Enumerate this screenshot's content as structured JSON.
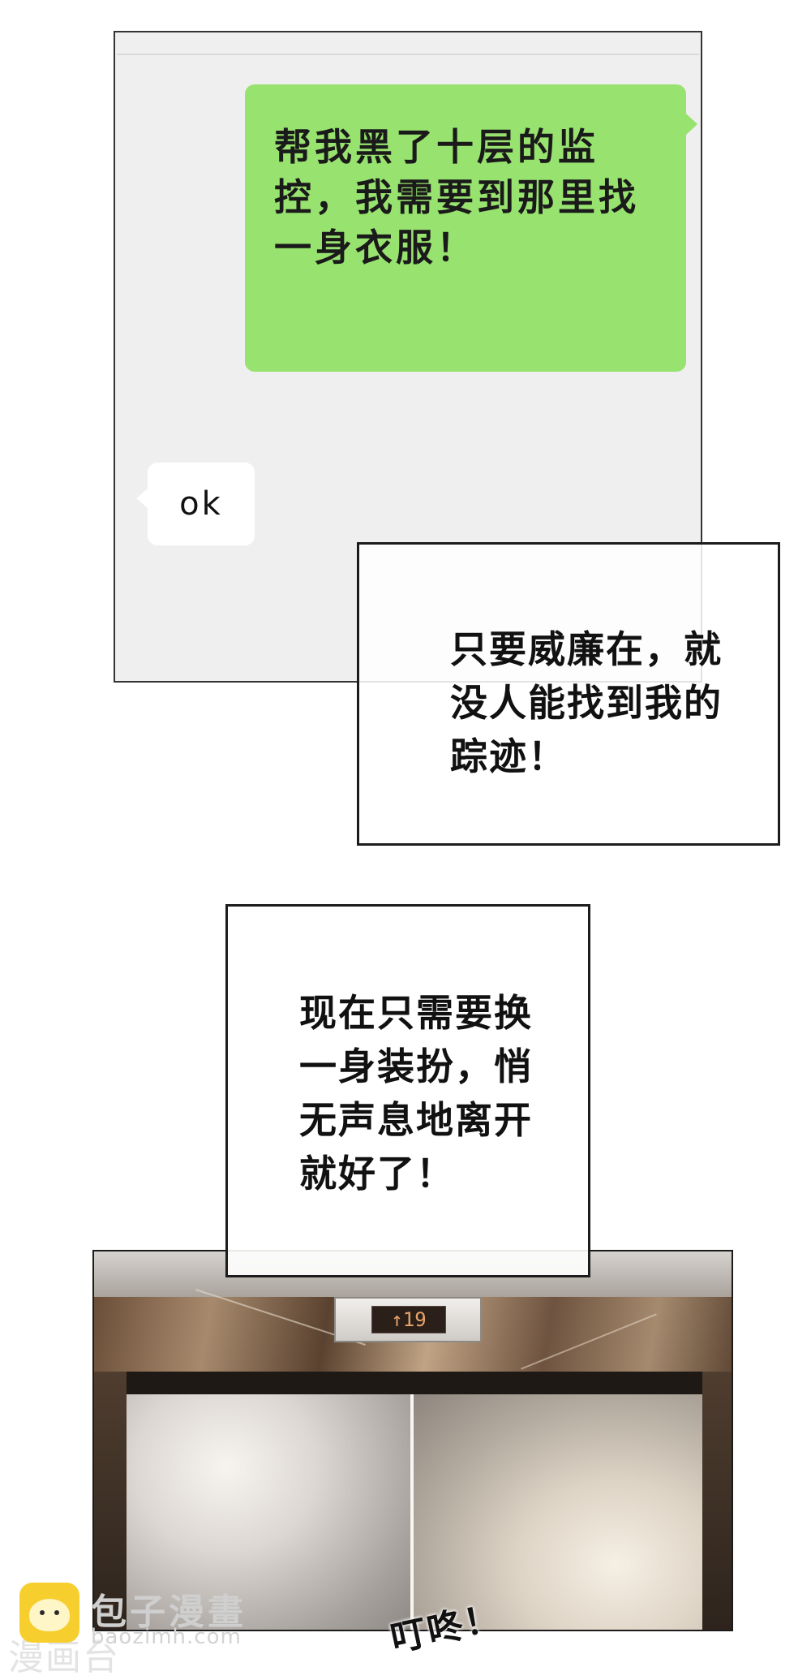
{
  "chat": {
    "sent_message": "帮我黑了十层的监控，我需要到那里找一身衣服！",
    "received_message": "ok"
  },
  "narrations": [
    "只要威廉在，就没人能找到我的踪迹！",
    "现在只需要换一身装扮，悄无声息地离开就好了！"
  ],
  "elevator": {
    "floor_display": "↑19",
    "sound_effect": "叮咚！"
  },
  "watermark": {
    "name": "包子漫畫",
    "url": "baozimh.com",
    "faint_text": "漫画台"
  },
  "colors": {
    "sent_bubble": "#98e26f",
    "chat_background": "#efefef",
    "floor_digits": "#e7a36a"
  }
}
